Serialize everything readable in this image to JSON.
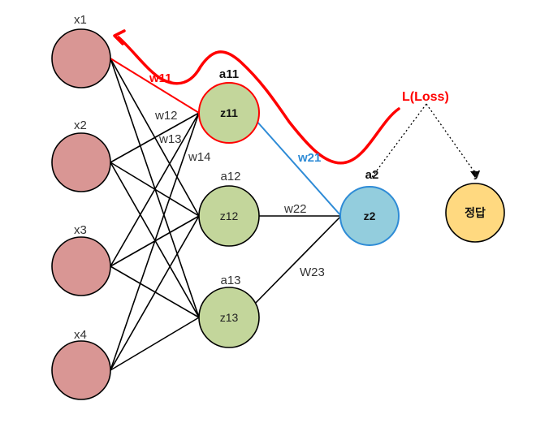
{
  "diagram": {
    "inputs": [
      {
        "label": "x1"
      },
      {
        "label": "x2"
      },
      {
        "label": "x3"
      },
      {
        "label": "x4"
      }
    ],
    "hidden": [
      {
        "top": "a11",
        "inner": "z11"
      },
      {
        "top": "a12",
        "inner": "z12"
      },
      {
        "top": "a13",
        "inner": "z13"
      }
    ],
    "output": {
      "top": "a2",
      "inner": "z2"
    },
    "target": {
      "top": "y",
      "inner": "정답"
    },
    "weights": {
      "w11": "w11",
      "w12": "w12",
      "w13": "w13",
      "w14": "w14",
      "w21": "w21",
      "w22": "w22",
      "w23": "W23"
    },
    "loss": "L(Loss)",
    "colors": {
      "input_fill": "#d99694",
      "hidden_fill": "#c3d69b",
      "output_fill": "#93cddd",
      "target_fill": "#ffd980",
      "highlight_red": "#ff0000",
      "highlight_blue": "#2e8bd6",
      "line": "#000000"
    }
  }
}
